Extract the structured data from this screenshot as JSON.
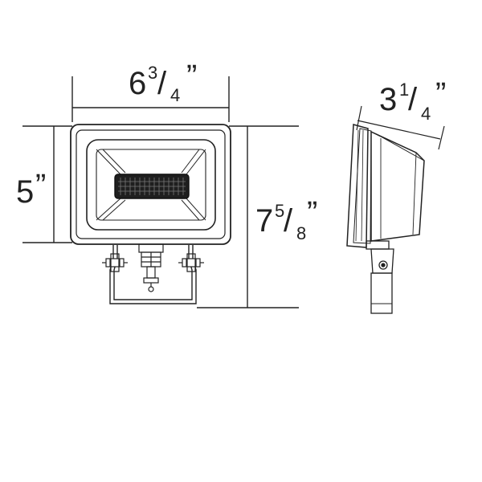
{
  "front_view": {
    "width_dim": {
      "whole": "6",
      "num": "3",
      "slash": "/",
      "den": "4",
      "unit": "”"
    },
    "height_dim": {
      "whole": "5",
      "unit": "”"
    },
    "overall_height_dim": {
      "whole": "7",
      "num": "5",
      "slash": "/",
      "den": "8",
      "unit": "”"
    }
  },
  "side_view": {
    "depth_dim": {
      "whole": "3",
      "num": "1",
      "slash": "/",
      "den": "4",
      "unit": "”"
    }
  }
}
